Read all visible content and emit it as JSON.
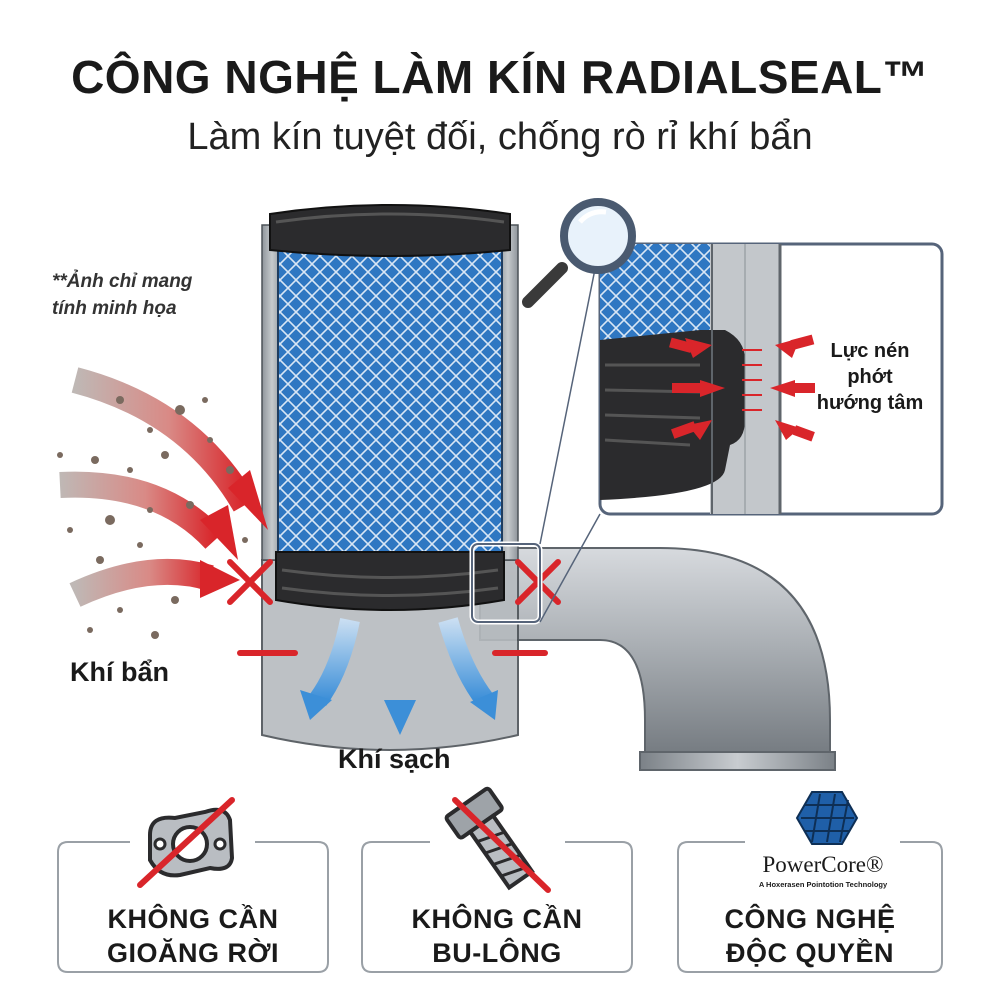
{
  "title": "CÔNG NGHỆ LÀM KÍN RADIALSEAL™",
  "subtitle": "Làm kín tuyệt đối, chống rò rỉ khí bẩn",
  "note_lines": [
    "**Ảnh chỉ mang",
    "tính minh họa"
  ],
  "labels": {
    "dirty_air": "Khí bẩn",
    "clean_air": "Khí sạch",
    "radial_force": [
      "Lực nén",
      "phớt",
      "hướng tâm"
    ]
  },
  "features": [
    {
      "icon": "gasket-icon",
      "crossed": true,
      "lines": [
        "KHÔNG CẦN",
        "GIOĂNG RỜI"
      ]
    },
    {
      "icon": "bolt-icon",
      "crossed": true,
      "lines": [
        "KHÔNG CẦN",
        "BU-LÔNG"
      ]
    },
    {
      "icon": "powercore-logo",
      "crossed": false,
      "lines": [
        "CÔNG NGHỆ",
        "ĐỘC QUYỀN"
      ]
    }
  ],
  "logo": {
    "brand": "PowerCore®",
    "tagline": "A Hoxerasen Pointotion Technology"
  },
  "colors": {
    "red": "#d9252a",
    "blue_arrow": "#3c8fd8",
    "filter_blue": "#2f77c2",
    "rubber": "#2b2b2d",
    "pipe": "#a9aeb3",
    "frame": "#56647a",
    "card_border": "#9aa0a6"
  }
}
